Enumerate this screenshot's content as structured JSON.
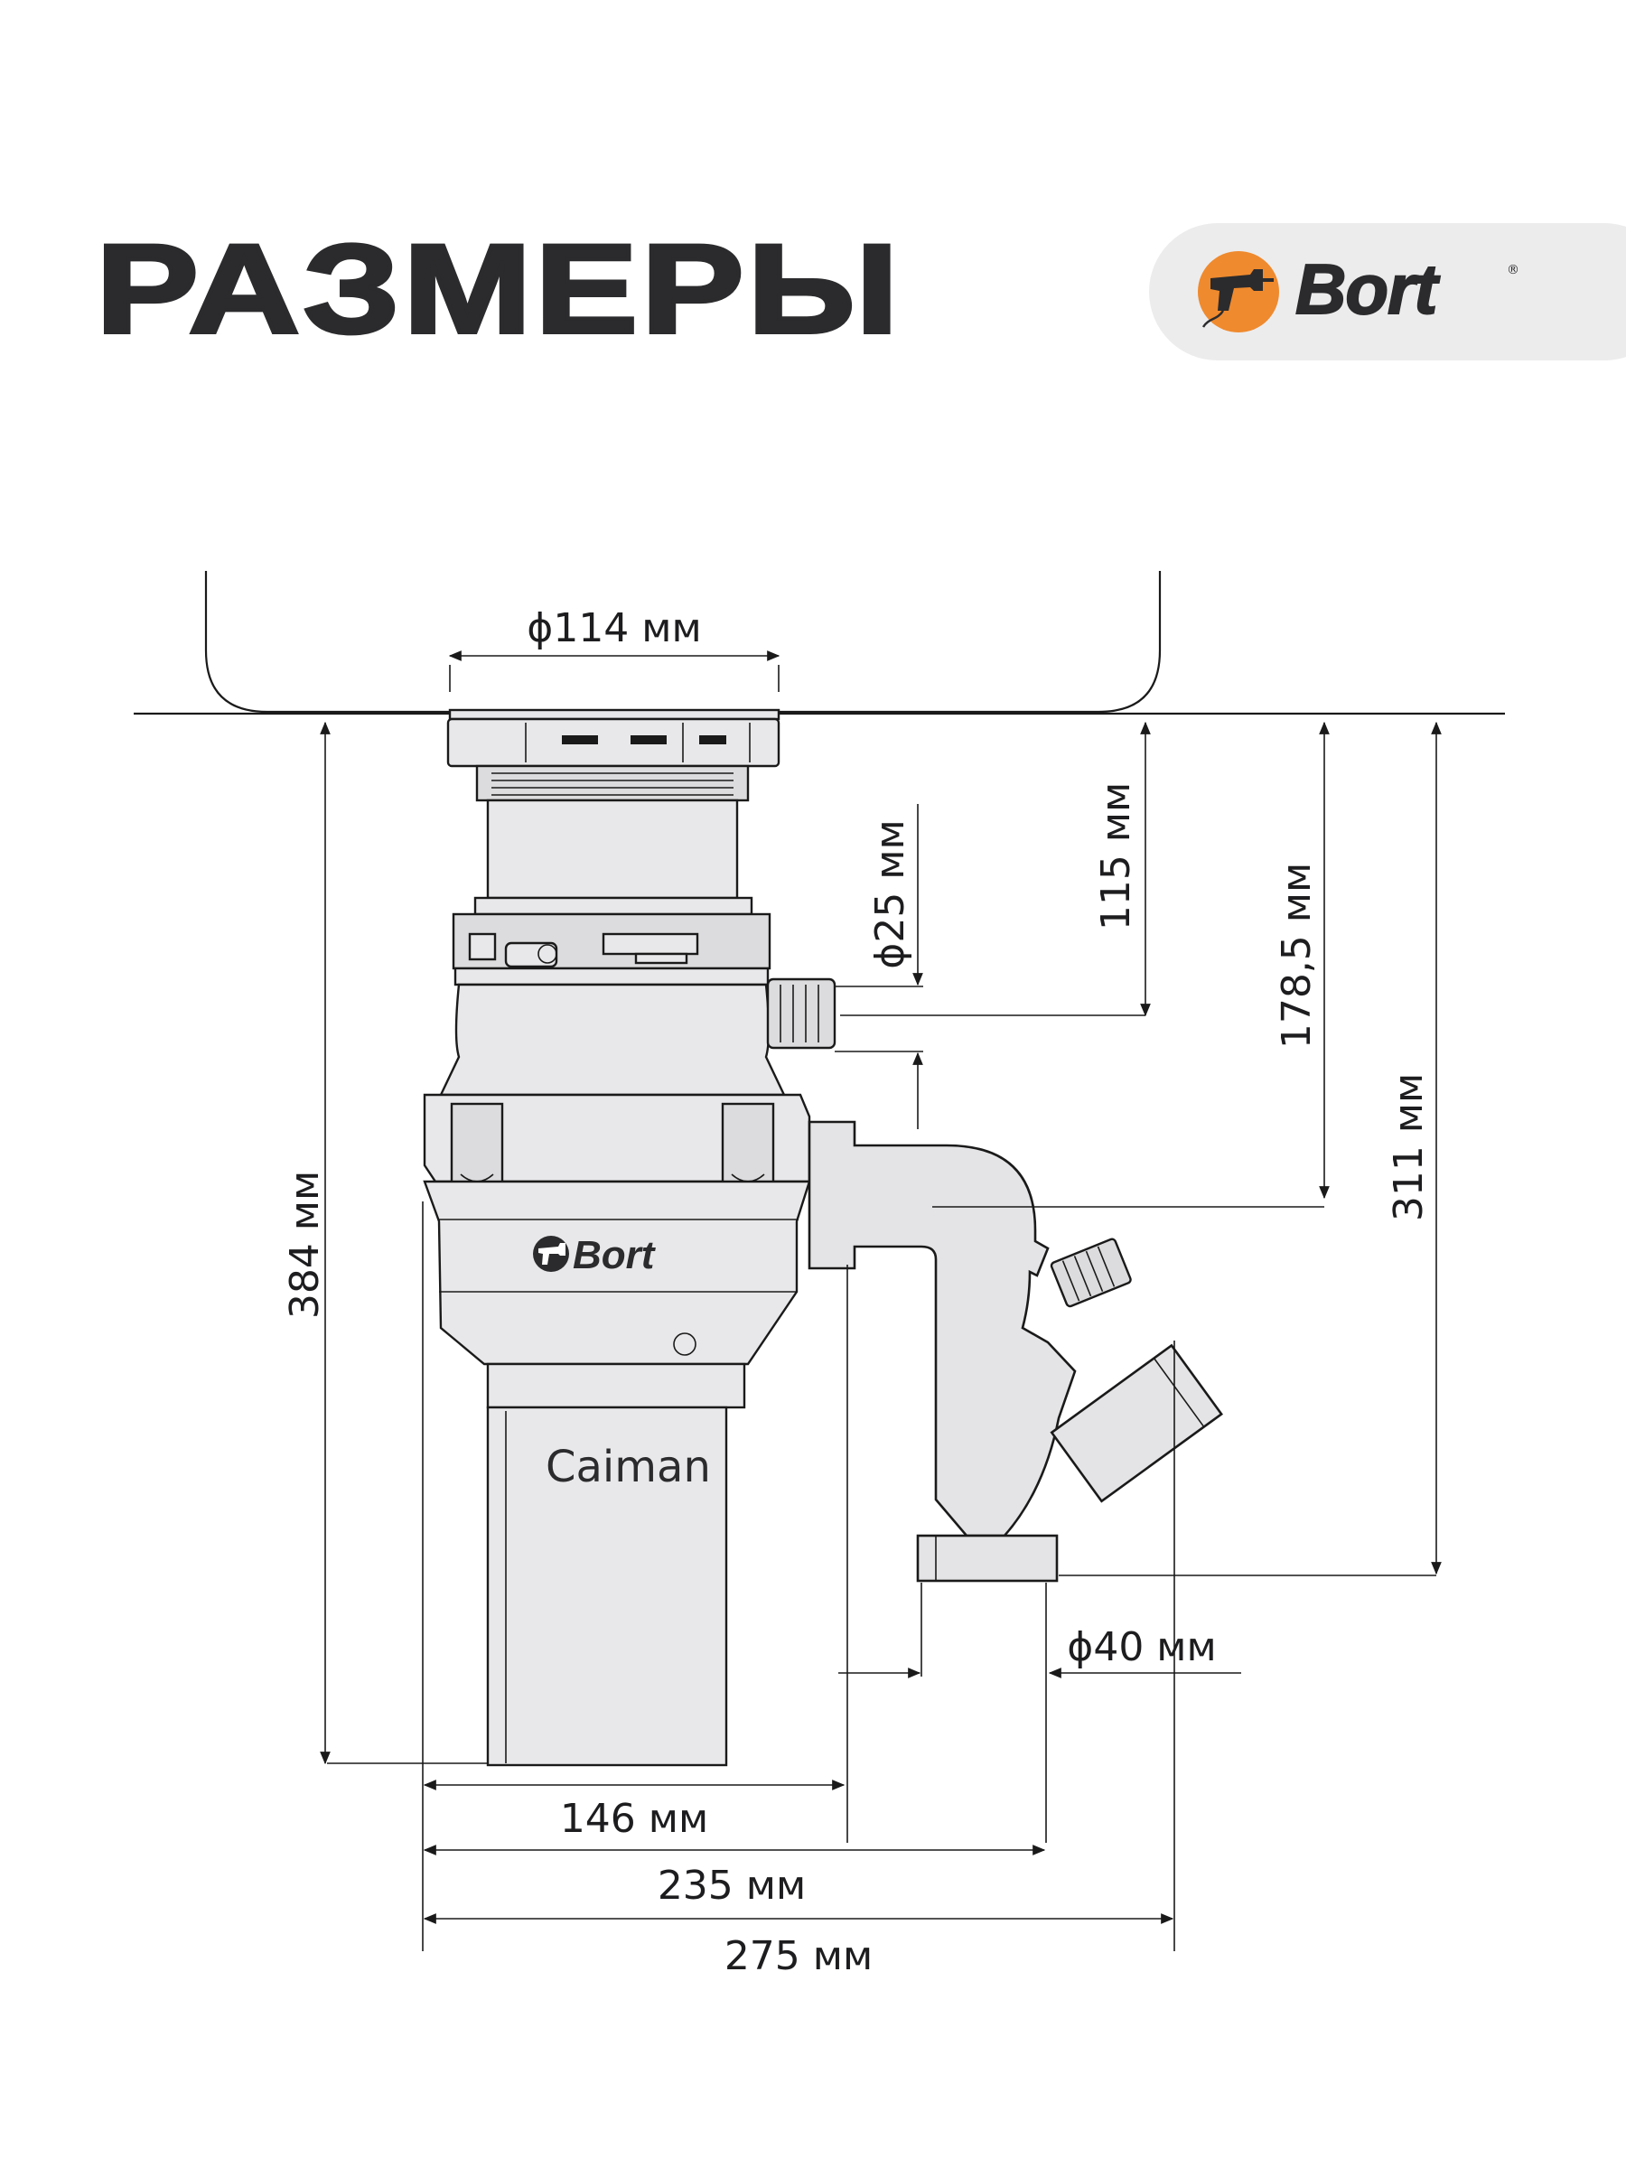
{
  "header": {
    "title": "РАЗМЕРЫ",
    "brand": "Bort",
    "brand_mark": "®"
  },
  "product": {
    "brand": "Bort",
    "model": "Caiman"
  },
  "dimensions": {
    "flange_diameter": "ϕ114 мм",
    "inlet_diameter": "ϕ25 мм",
    "outlet_diameter": "ϕ40 мм",
    "height_115": "115 мм",
    "height_178": "178,5 мм",
    "height_311": "311 мм",
    "height_384": "384 мм",
    "width_146": "146 мм",
    "width_235": "235 мм",
    "width_275": "275 мм"
  },
  "colors": {
    "brand_orange": "#ef8a2e",
    "text_dark": "#2b2b2d",
    "badge_bg": "#ececed"
  },
  "icons": {
    "logo": "drill-icon"
  }
}
